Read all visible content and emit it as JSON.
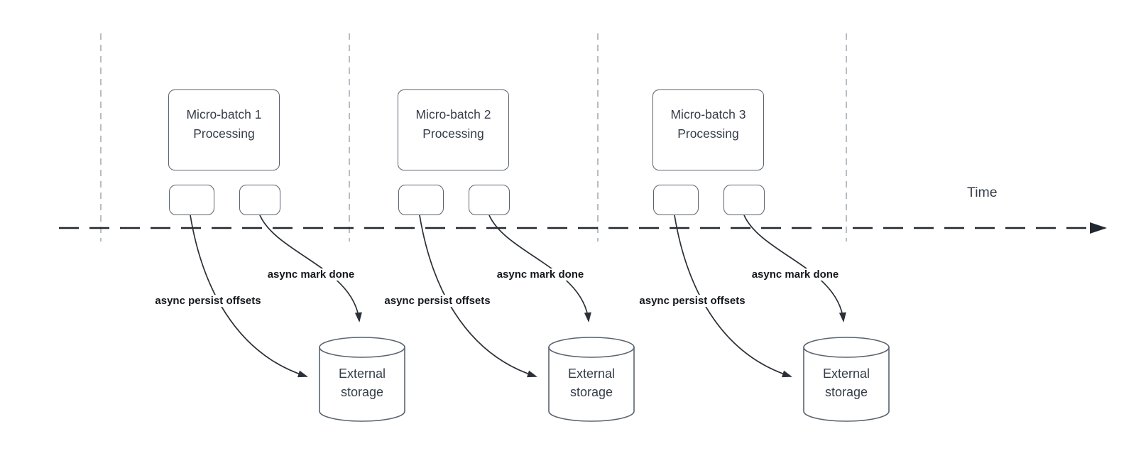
{
  "diagram": {
    "time_axis_label": "Time",
    "groups": [
      {
        "title_line1": "Micro-batch 1",
        "title_line2": "Processing",
        "persist_label": "async persist offsets",
        "mark_done_label": "async mark done",
        "storage_line1": "External",
        "storage_line2": "storage"
      },
      {
        "title_line1": "Micro-batch 2",
        "title_line2": "Processing",
        "persist_label": "async persist offsets",
        "mark_done_label": "async mark done",
        "storage_line1": "External",
        "storage_line2": "storage"
      },
      {
        "title_line1": "Micro-batch 3",
        "title_line2": "Processing",
        "persist_label": "async persist offsets",
        "mark_done_label": "async mark done",
        "storage_line1": "External",
        "storage_line2": "storage"
      }
    ],
    "colors": {
      "timeline": "#222831",
      "curve": "#2b3038",
      "guide_dash": "#b7bdc4",
      "shape_border": "#5a6370",
      "shape_text": "#353d49",
      "bold_label_text": "#15181d"
    }
  }
}
